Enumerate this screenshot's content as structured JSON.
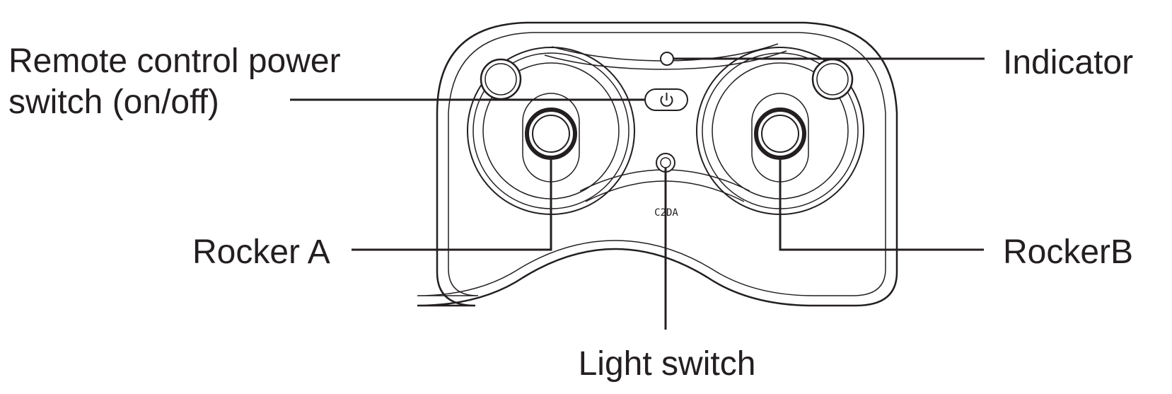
{
  "labels": {
    "power_switch_line1": "Remote control power",
    "power_switch_line2": "switch (on/off)",
    "indicator": "Indicator",
    "rocker_a": "Rocker A",
    "rocker_b": "RockerB",
    "light_switch": "Light switch"
  },
  "device": {
    "logo": "C2DA"
  },
  "colors": {
    "ink": "#231f20",
    "background": "#ffffff"
  }
}
